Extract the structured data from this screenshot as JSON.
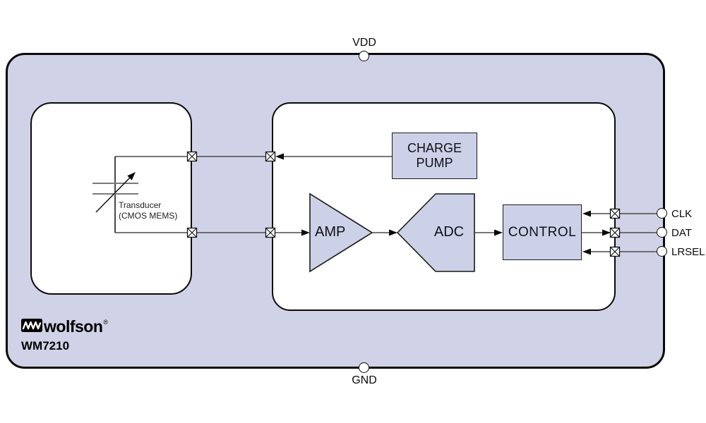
{
  "part": {
    "number": "WM7210",
    "brand": "wolfson",
    "registered_mark": "®"
  },
  "colors": {
    "chip_fill": "#d0d3e7",
    "block_fill": "#ccd1e8",
    "ink": "#1a1a1a",
    "wire_color": "#4a4a4a"
  },
  "pins": {
    "vdd": "VDD",
    "gnd": "GND",
    "clk": "CLK",
    "dat": "DAT",
    "lrsel": "LRSEL"
  },
  "blocks": {
    "charge_pump_line1": "CHARGE",
    "charge_pump_line2": "PUMP",
    "amp": "AMP",
    "adc": "ADC",
    "control": "CONTROL"
  },
  "transducer": {
    "line1": "Transducer",
    "line2": "(CMOS MEMS)"
  }
}
